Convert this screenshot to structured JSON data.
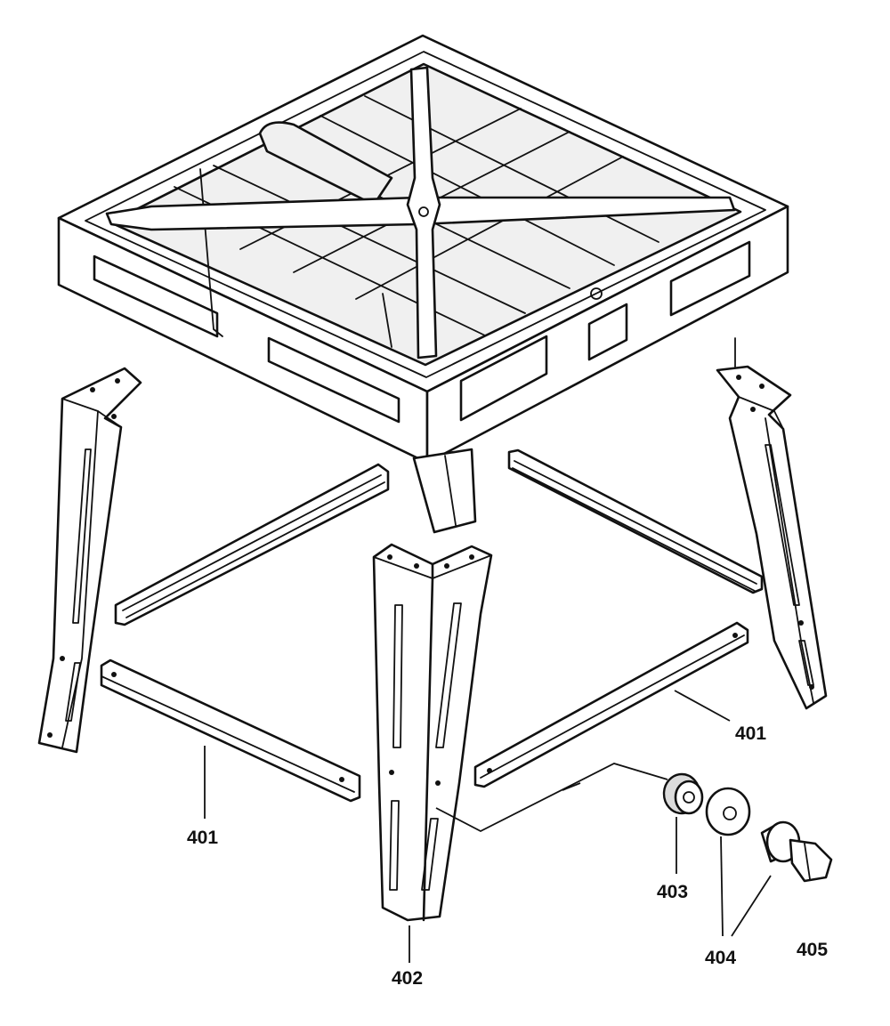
{
  "callouts": {
    "c401_right": "401",
    "c401_left": "401",
    "c402": "402",
    "c403": "403",
    "c404": "404",
    "c405": "405"
  }
}
